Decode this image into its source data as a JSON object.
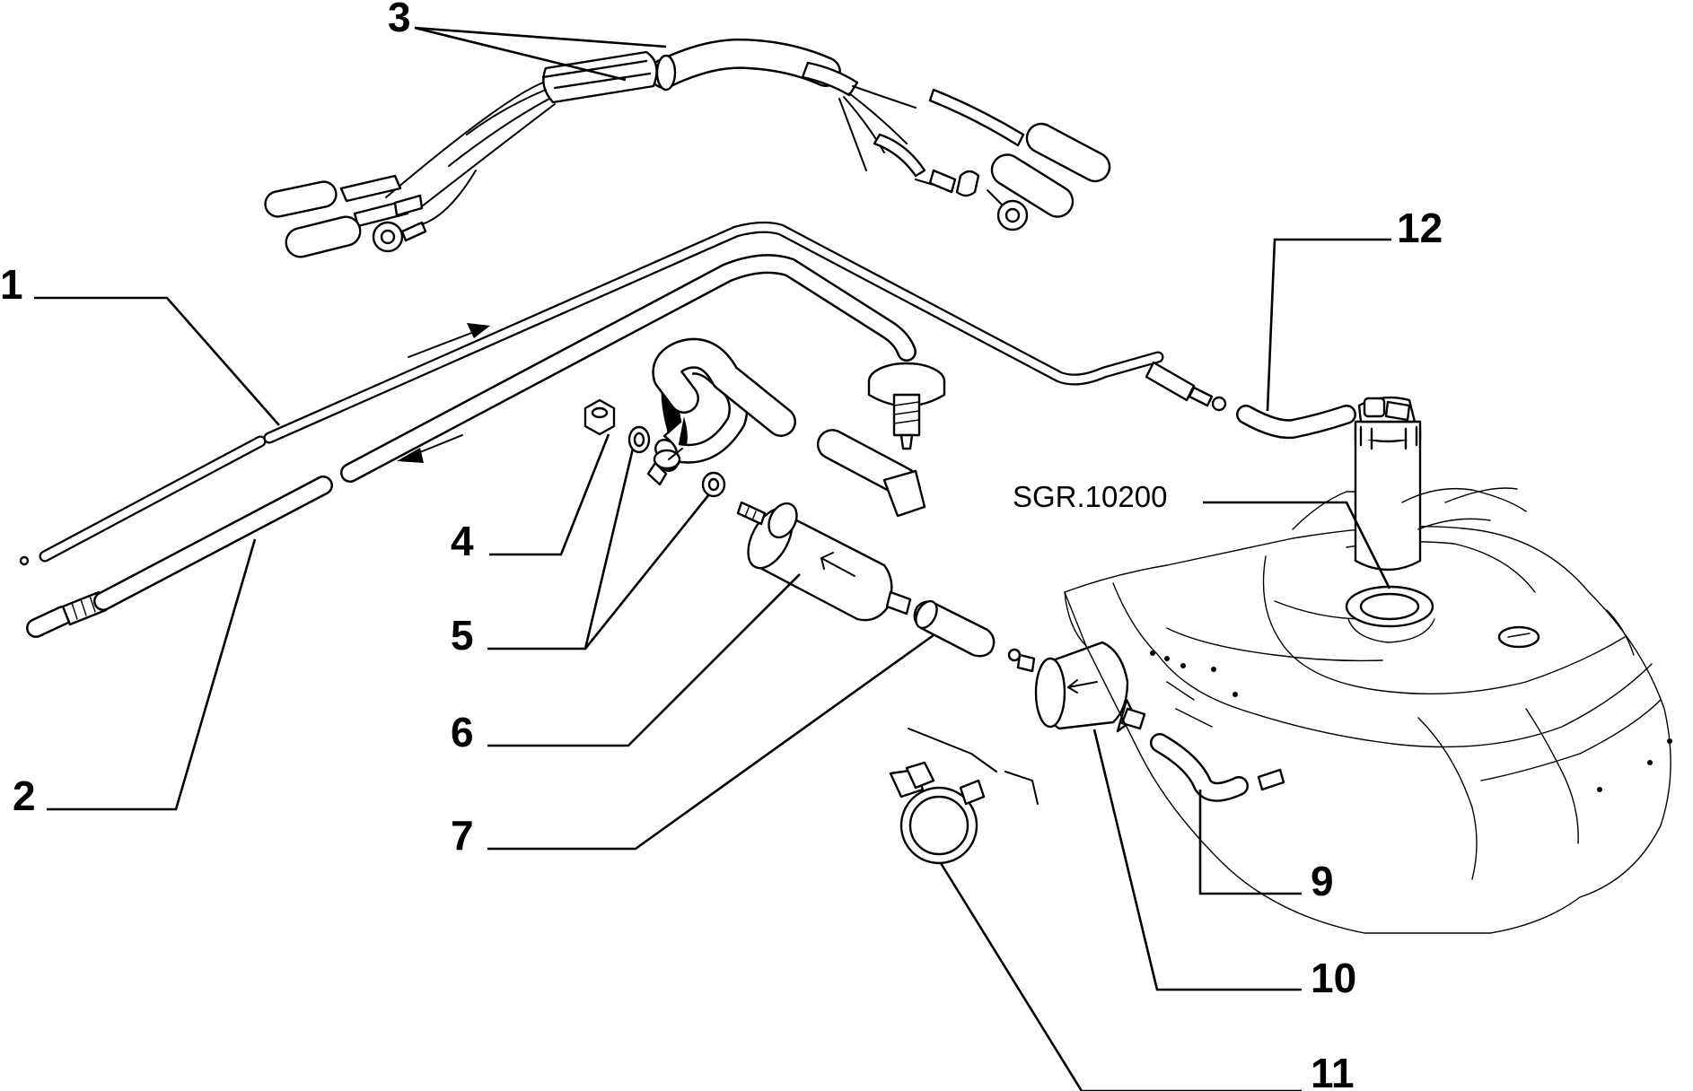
{
  "diagram": {
    "callouts": [
      "1",
      "2",
      "3",
      "4",
      "5",
      "6",
      "7",
      "9",
      "10",
      "11",
      "12"
    ],
    "reference_label": "SGR.10200"
  },
  "colors": {
    "line": "#000000",
    "background": "#ffffff"
  },
  "parts": [
    "fuel-supply-pipe",
    "fuel-return-pipe",
    "wiring-harness",
    "nut",
    "washer",
    "fuel-pump",
    "connector-hose",
    "hose",
    "fuel-filter",
    "clamp",
    "fuel-tank",
    "tank-sender-unit"
  ]
}
